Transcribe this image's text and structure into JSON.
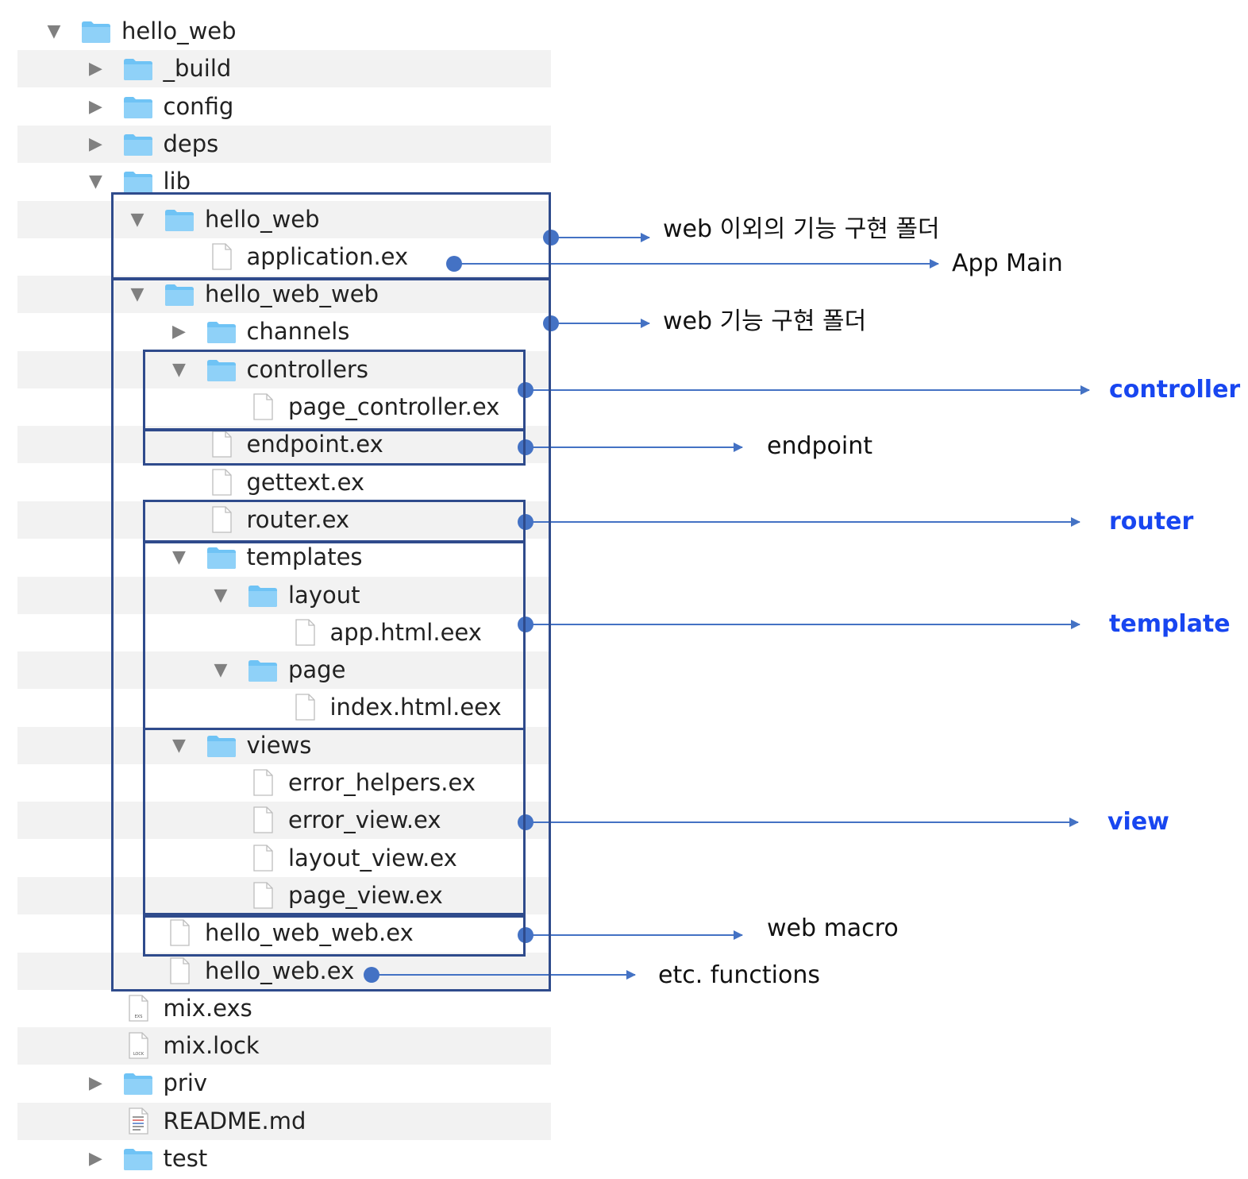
{
  "tree": [
    {
      "label": "hello_web",
      "type": "folder",
      "expanded": true,
      "depth": 0
    },
    {
      "label": "_build",
      "type": "folder",
      "expanded": false,
      "depth": 1
    },
    {
      "label": "config",
      "type": "folder",
      "expanded": false,
      "depth": 1
    },
    {
      "label": "deps",
      "type": "folder",
      "expanded": false,
      "depth": 1
    },
    {
      "label": "lib",
      "type": "folder",
      "expanded": true,
      "depth": 1
    },
    {
      "label": "hello_web",
      "type": "folder",
      "expanded": true,
      "depth": 2
    },
    {
      "label": "application.ex",
      "type": "file",
      "depth": 3
    },
    {
      "label": "hello_web_web",
      "type": "folder",
      "expanded": true,
      "depth": 2
    },
    {
      "label": "channels",
      "type": "folder",
      "expanded": false,
      "depth": 3
    },
    {
      "label": "controllers",
      "type": "folder",
      "expanded": true,
      "depth": 3
    },
    {
      "label": "page_controller.ex",
      "type": "file",
      "depth": 4
    },
    {
      "label": "endpoint.ex",
      "type": "file",
      "depth": 3
    },
    {
      "label": "gettext.ex",
      "type": "file",
      "depth": 3
    },
    {
      "label": "router.ex",
      "type": "file",
      "depth": 3
    },
    {
      "label": "templates",
      "type": "folder",
      "expanded": true,
      "depth": 3
    },
    {
      "label": "layout",
      "type": "folder",
      "expanded": true,
      "depth": 4
    },
    {
      "label": "app.html.eex",
      "type": "file",
      "depth": 5
    },
    {
      "label": "page",
      "type": "folder",
      "expanded": true,
      "depth": 4
    },
    {
      "label": "index.html.eex",
      "type": "file",
      "depth": 5
    },
    {
      "label": "views",
      "type": "folder",
      "expanded": true,
      "depth": 3
    },
    {
      "label": "error_helpers.ex",
      "type": "file",
      "depth": 4
    },
    {
      "label": "error_view.ex",
      "type": "file",
      "depth": 4
    },
    {
      "label": "layout_view.ex",
      "type": "file",
      "depth": 4
    },
    {
      "label": "page_view.ex",
      "type": "file",
      "depth": 4
    },
    {
      "label": "hello_web_web.ex",
      "type": "file",
      "depth": 2
    },
    {
      "label": "hello_web.ex",
      "type": "file",
      "depth": 2
    },
    {
      "label": "mix.exs",
      "type": "file",
      "depth": 1,
      "icon_text": "EXS"
    },
    {
      "label": "mix.lock",
      "type": "file",
      "depth": 1,
      "icon_text": "LOCK"
    },
    {
      "label": "priv",
      "type": "folder",
      "expanded": false,
      "depth": 1
    },
    {
      "label": "README.md",
      "type": "file-text",
      "depth": 1
    },
    {
      "label": "test",
      "type": "folder",
      "expanded": false,
      "depth": 1
    }
  ],
  "annotations": [
    {
      "key": "web-other",
      "text": "web 이외의 기능 구현 폴더",
      "blue": false
    },
    {
      "key": "app-main",
      "text": "App Main",
      "blue": false
    },
    {
      "key": "web-folder",
      "text": "web 기능 구현 폴더",
      "blue": false
    },
    {
      "key": "controller",
      "text": "controller",
      "blue": true
    },
    {
      "key": "endpoint",
      "text": "endpoint",
      "blue": false
    },
    {
      "key": "router",
      "text": "router",
      "blue": true
    },
    {
      "key": "template",
      "text": "template",
      "blue": true
    },
    {
      "key": "view",
      "text": "view",
      "blue": true
    },
    {
      "key": "web-macro",
      "text": "web macro",
      "blue": false
    },
    {
      "key": "etc-functions",
      "text": "etc. functions",
      "blue": false
    }
  ],
  "colors": {
    "box_border": "#2f4b8c",
    "arrow": "#4472c4",
    "blue_label": "#1846f0",
    "folder": "#6fc3f5",
    "stripe": "#f2f2f2"
  }
}
